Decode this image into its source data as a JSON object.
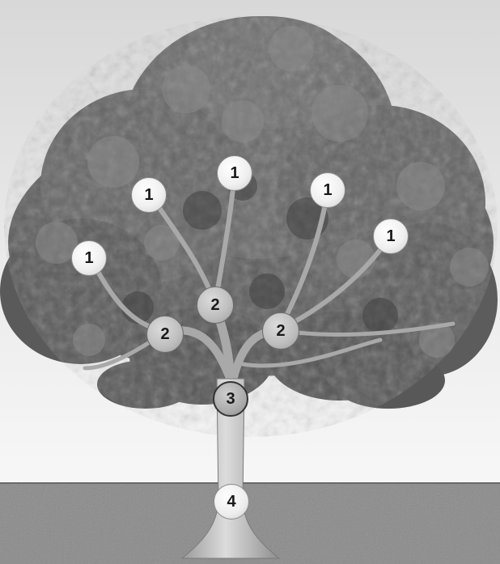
{
  "diagram": {
    "palette": {
      "sky_top": "#d8d8d8",
      "sky_bottom": "#f7f7f7",
      "ground": "#8c8c8c",
      "trunk": "#c4c4c4",
      "foliage": "#6e6e6e"
    },
    "markers": [
      {
        "label": "1",
        "level": 1
      },
      {
        "label": "1",
        "level": 1
      },
      {
        "label": "1",
        "level": 1
      },
      {
        "label": "1",
        "level": 1
      },
      {
        "label": "1",
        "level": 1
      },
      {
        "label": "2",
        "level": 2
      },
      {
        "label": "2",
        "level": 2
      },
      {
        "label": "2",
        "level": 2
      },
      {
        "label": "3",
        "level": 3
      },
      {
        "label": "4",
        "level": 4
      }
    ]
  }
}
